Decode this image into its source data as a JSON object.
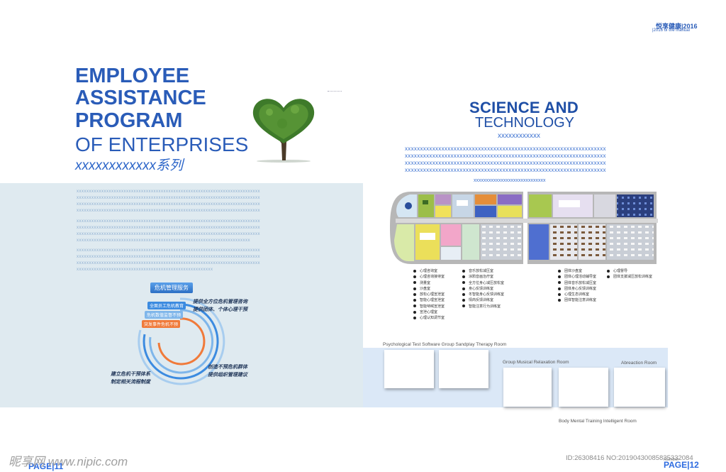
{
  "header": {
    "brand": "悦享健康|2016",
    "subtitle": "|2016 of the manual"
  },
  "left": {
    "title_line1": "EMPLOYEE",
    "title_line2": "ASSISTANCE",
    "title_line3": "PROGRAM",
    "title_line4": "OF ENTERPRISES",
    "series_label": "xxxxxxxxxxxx系列",
    "text_rows_group1": [
      "xxxxxxxxxxxxxxxxxxxxxxxxxxxxxxxxxxxxxxxxxxxxxxxxxxxxxxxxxxxxxxxxxxxxxxxxxx",
      "xxxxxxxxxxxxxxxxxxxxxxxxxxxxxxxxxxxxxxxxxxxxxxxxxxxxxxxxxxxxxxxxxxxxxxxxxx",
      "xxxxxxxxxxxxxxxxxxxxxxxxxxxxxxxxxxxxxxxxxxxxxxxxxxxxxxxxxxxxxxxxxxxxxxxxxx",
      "xxxxxxxxxxxxxxxxxxxxxxxxxxxxxxxxxxxxxxxxxxxxxxxxxxxxxxxxxxxxxxxxxxxxxxxxxx"
    ],
    "text_rows_group2": [
      "xxxxxxxxxxxxxxxxxxxxxxxxxxxxxxxxxxxxxxxxxxxxxxxxxxxxxxxxxxxxxxxxxxxxxxxxxx",
      "xxxxxxxxxxxxxxxxxxxxxxxxxxxxxxxxxxxxxxxxxxxxxxxxxxxxxxxxxxxxxxxxxxxxxxxxxx",
      "xxxxxxxxxxxxxxxxxxxxxxxxxxxxxxxxxxxxxxxxxxxxxxxxxxxxxxxxxxxxxxxxxxxxxxxxxx",
      "xxxxxxxxxxxxxxxxxxxxxxxxxxxxxxxxxxxxxxxxxxxxxxxxxxxxxxxxxxxxxxxxxxxxxx"
    ],
    "text_rows_group3": [
      "xxxxxxxxxxxxxxxxxxxxxxxxxxxxxxxxxxxxxxxxxxxxxxxxxxxxxxxxxxxxxxxxxxxxxxxxxx",
      "xxxxxxxxxxxxxxxxxxxxxxxxxxxxxxxxxxxxxxxxxxxxxxxxxxxxxxxxxxxxxxxxxxxxxxxxxx",
      "xxxxxxxxxxxxxxxxxxxxxxxxxxxxxxxxxxxxxxxxxxxxxxxxxxxxxxxxxxxxxxxxxxxxxxxxxx",
      "xxxxxxxxxxxxxxxxxxxxxxxxxxxxxxxxxxxxxxxxxxxxxxxxxxxxxxx"
    ],
    "crisis": {
      "header_chip": "危机管理服务",
      "chip_blue": "全面员工危机教育",
      "chip_lightblue": "危机数值监督不预",
      "chip_orange": "突发事件危机不预",
      "right_top_1": "提供全方位危机管理咨询",
      "right_top_2": "提供团体、个体心理干预",
      "right_bottom_1": "创造不预危机群体",
      "right_bottom_2": "提供组织管理建议",
      "left_bottom_1": "建立危机干预体系",
      "left_bottom_2": "制定相关流程制度"
    },
    "page_label": "PAGE|11"
  },
  "right": {
    "title_bold": "SCIENCE AND",
    "title_light": "TECHNOLOGY",
    "subtitle_x": "xxxxxxxxxxxx",
    "text_rows": [
      "xxxxxxxxxxxxxxxxxxxxxxxxxxxxxxxxxxxxxxxxxxxxxxxxxxxxxxxxxxxxxxxxxx",
      "xxxxxxxxxxxxxxxxxxxxxxxxxxxxxxxxxxxxxxxxxxxxxxxxxxxxxxxxxxxxxxxxxx",
      "xxxxxxxxxxxxxxxxxxxxxxxxxxxxxxxxxxxxxxxxxxxxxxxxxxxxxxxxxxxxxxxxxx",
      "xxxxxxxxxxxxxxxxxxxxxxxxxxxxxxxxxxxxxxxxxxxxxxxxxxxxxxxxxxxxxxxxxx"
    ],
    "center_x": "xxxxxxxxxxxxxxxxxxxxxxxxxxxxx",
    "legend_col1": [
      "心理咨询室",
      "心理咨询接待室",
      "测量室",
      "沙盘室",
      "放松心理宣泄室",
      "智能心理宣泄室",
      "智能呐喊宣泄室",
      "宣泄心理室",
      "心理认知调节室"
    ],
    "legend_col2": [
      "音乐放松减压室",
      "涂鸦音画治疗室",
      "全方位身心减压放松室",
      "身心反馈训练室",
      "冬智能身心反馈训练室",
      "情商反馈训练室",
      "智能注意行为训练室"
    ],
    "legend_col3": [
      "团体沙盘室",
      "团体心理活动辅导室",
      "团体音乐放松减压室",
      "团体身心反馈训练室",
      "心理生态训练室",
      "团体智能注意训练室"
    ],
    "legend_col4": [
      "心理督导",
      "团体支援减压放松训练室"
    ],
    "caption_row1": "Psychological Test Software  Group Sandplay Therapy Room",
    "caption_group_music": "Group Musical Relaxation Room",
    "caption_abreaction": "Abreaction Room",
    "caption_bodymental": "Body Mental Training Intelligent Room",
    "page_label": "PAGE|12",
    "number_label": "Number"
  },
  "watermark": {
    "left": "昵享网 www.nipic.com",
    "right": "ID:26308416 NO:20190430085835332084"
  },
  "colors": {
    "title_blue": "#2a5cb8",
    "band_left": "#dfeaf0",
    "band_right": "#dbe8f7",
    "chip_blue": "#3c8be0",
    "chip_orange": "#f07a3a"
  }
}
